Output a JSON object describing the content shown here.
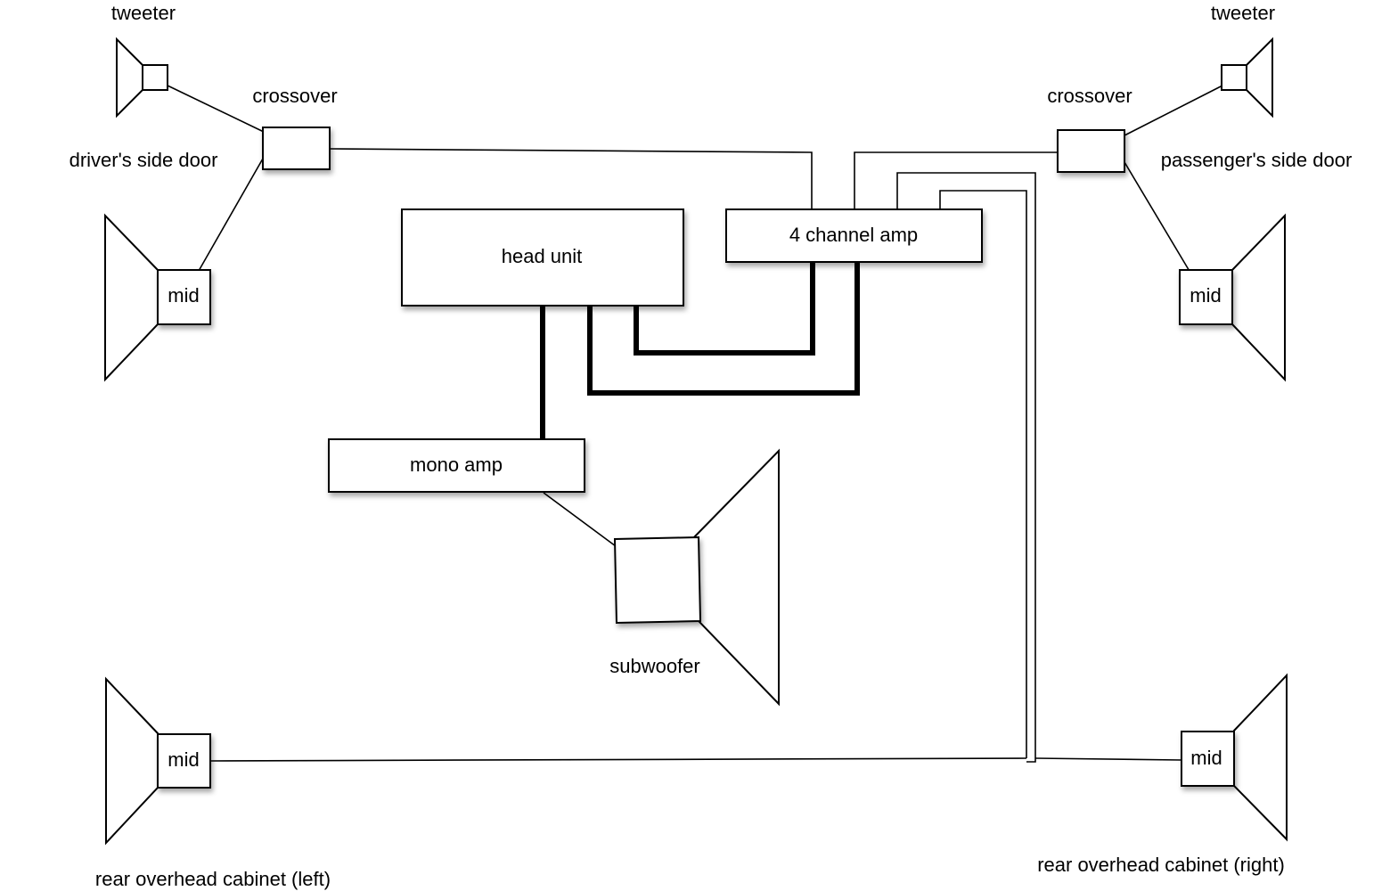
{
  "labels": {
    "tweeter_left": "tweeter",
    "tweeter_right": "tweeter",
    "crossover_left": "crossover",
    "crossover_right": "crossover",
    "driver_door": "driver's side door",
    "passenger_door": "passenger's side door",
    "head_unit": "head unit",
    "four_channel_amp": "4 channel amp",
    "mono_amp": "mono amp",
    "subwoofer": "subwoofer",
    "mid_front_left": "mid",
    "mid_front_right": "mid",
    "mid_rear_left": "mid",
    "mid_rear_right": "mid",
    "rear_left_cabinet": "rear overhead cabinet (left)",
    "rear_right_cabinet": "rear overhead cabinet (right)"
  }
}
